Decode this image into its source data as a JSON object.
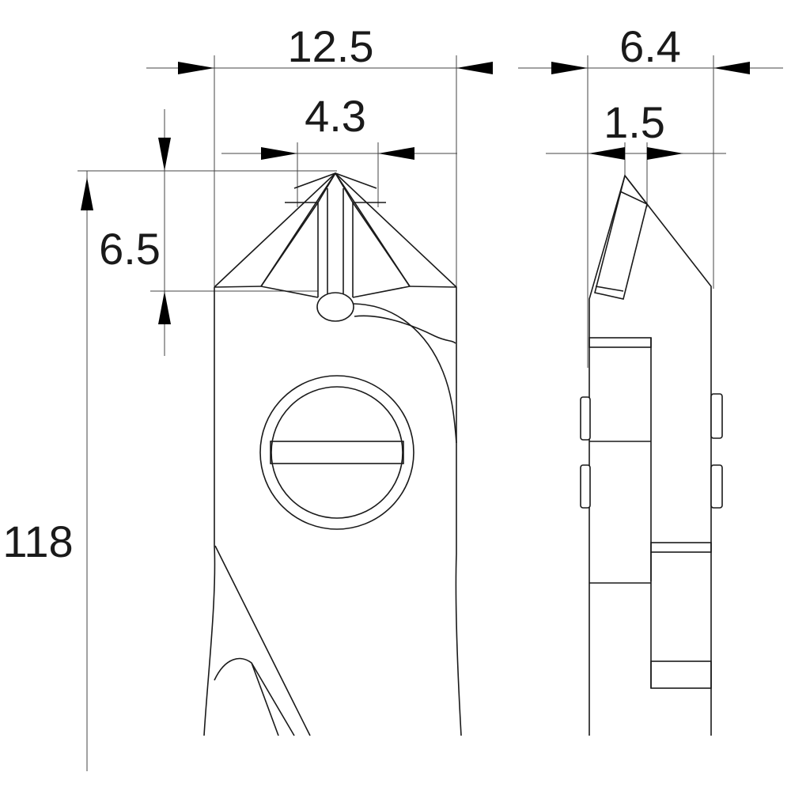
{
  "dimensions": {
    "overall_width": "12.5",
    "tip_width": "4.3",
    "head_height": "6.5",
    "overall_length": "118",
    "side_width": "6.4",
    "side_tip_width": "1.5"
  },
  "colors": {
    "line": "#1a1a1a",
    "arrow": "#000000",
    "background": "#ffffff"
  }
}
